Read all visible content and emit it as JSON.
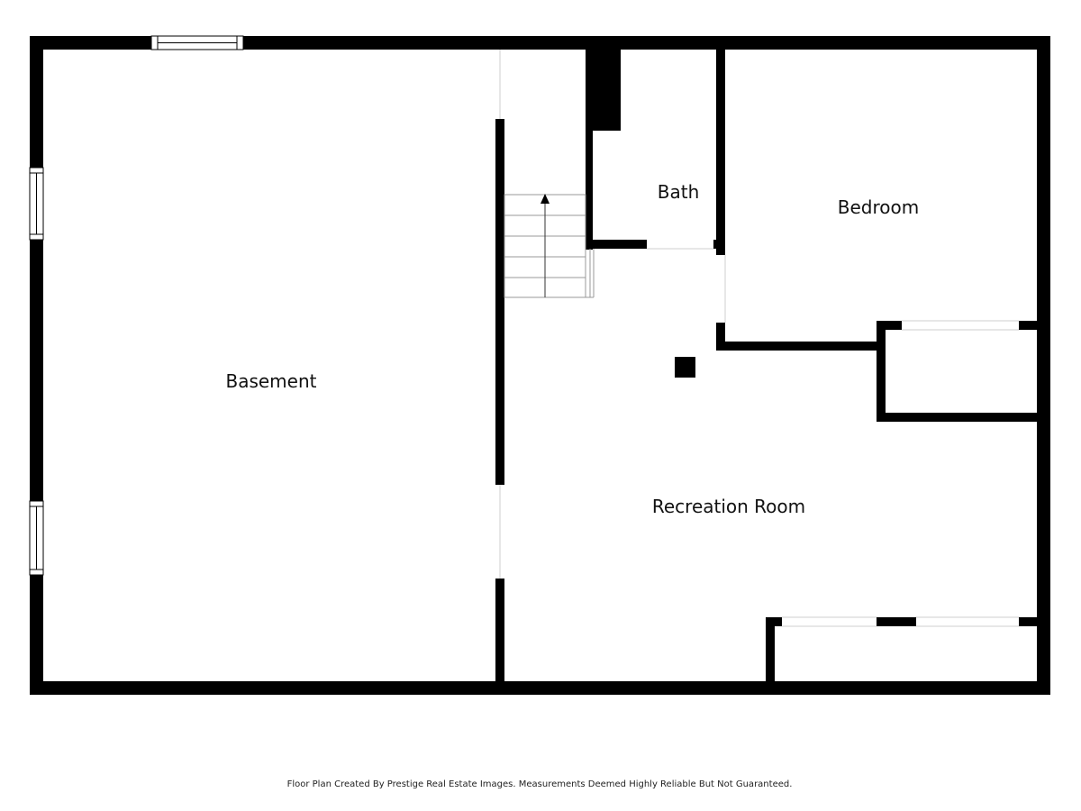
{
  "colors": {
    "wall": "#000000",
    "background": "#ffffff",
    "opening": "#cfcfcf",
    "text": "#111111"
  },
  "rooms": {
    "basement": "Basement",
    "bath": "Bath",
    "bedroom": "Bedroom",
    "recreation_room": "Recreation Room"
  },
  "footer": {
    "note": "Floor Plan Created By Prestige Real Estate Images. Measurements Deemed Highly Reliable But Not Guaranteed."
  }
}
